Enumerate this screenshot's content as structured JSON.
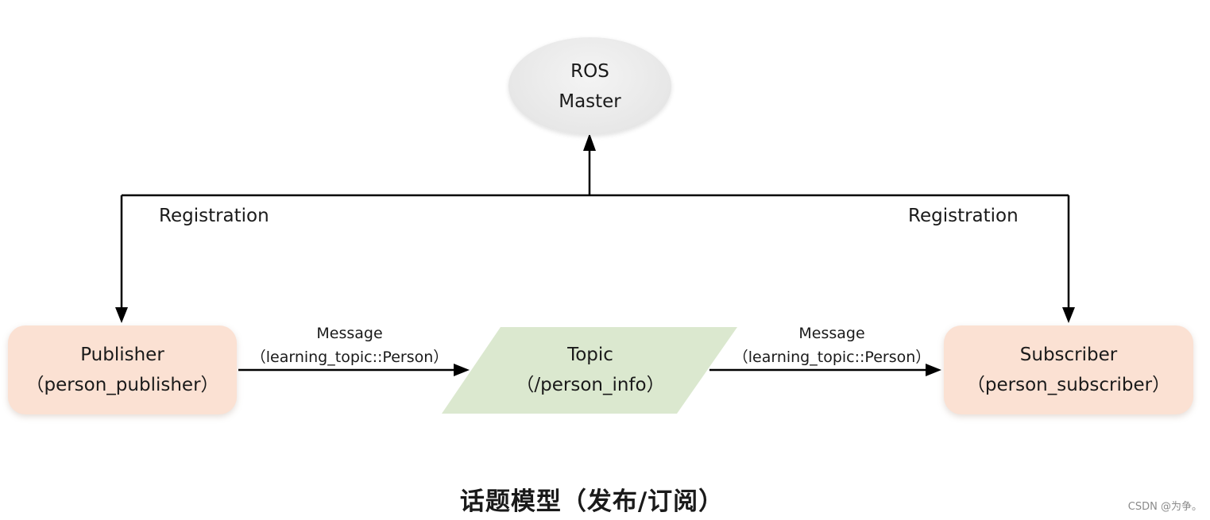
{
  "master": {
    "line1": "ROS",
    "line2": "Master"
  },
  "publisher": {
    "title": "Publisher",
    "name": "（person_publisher）"
  },
  "topic": {
    "title": "Topic",
    "name": "（/person_info）"
  },
  "subscriber": {
    "title": "Subscriber",
    "name": "（person_subscriber）"
  },
  "registration_left": "Registration",
  "registration_right": "Registration",
  "message_left": {
    "line1": "Message",
    "line2": "（learning_topic::Person）"
  },
  "message_right": {
    "line1": "Message",
    "line2": "（learning_topic::Person）"
  },
  "caption": "话题模型（发布/订阅）",
  "watermark": "CSDN @为争。",
  "colors": {
    "node_fill": "#fbe1d3",
    "topic_fill": "#dbe8cf",
    "master_fill": "#e7e7e7",
    "line": "#000000"
  }
}
